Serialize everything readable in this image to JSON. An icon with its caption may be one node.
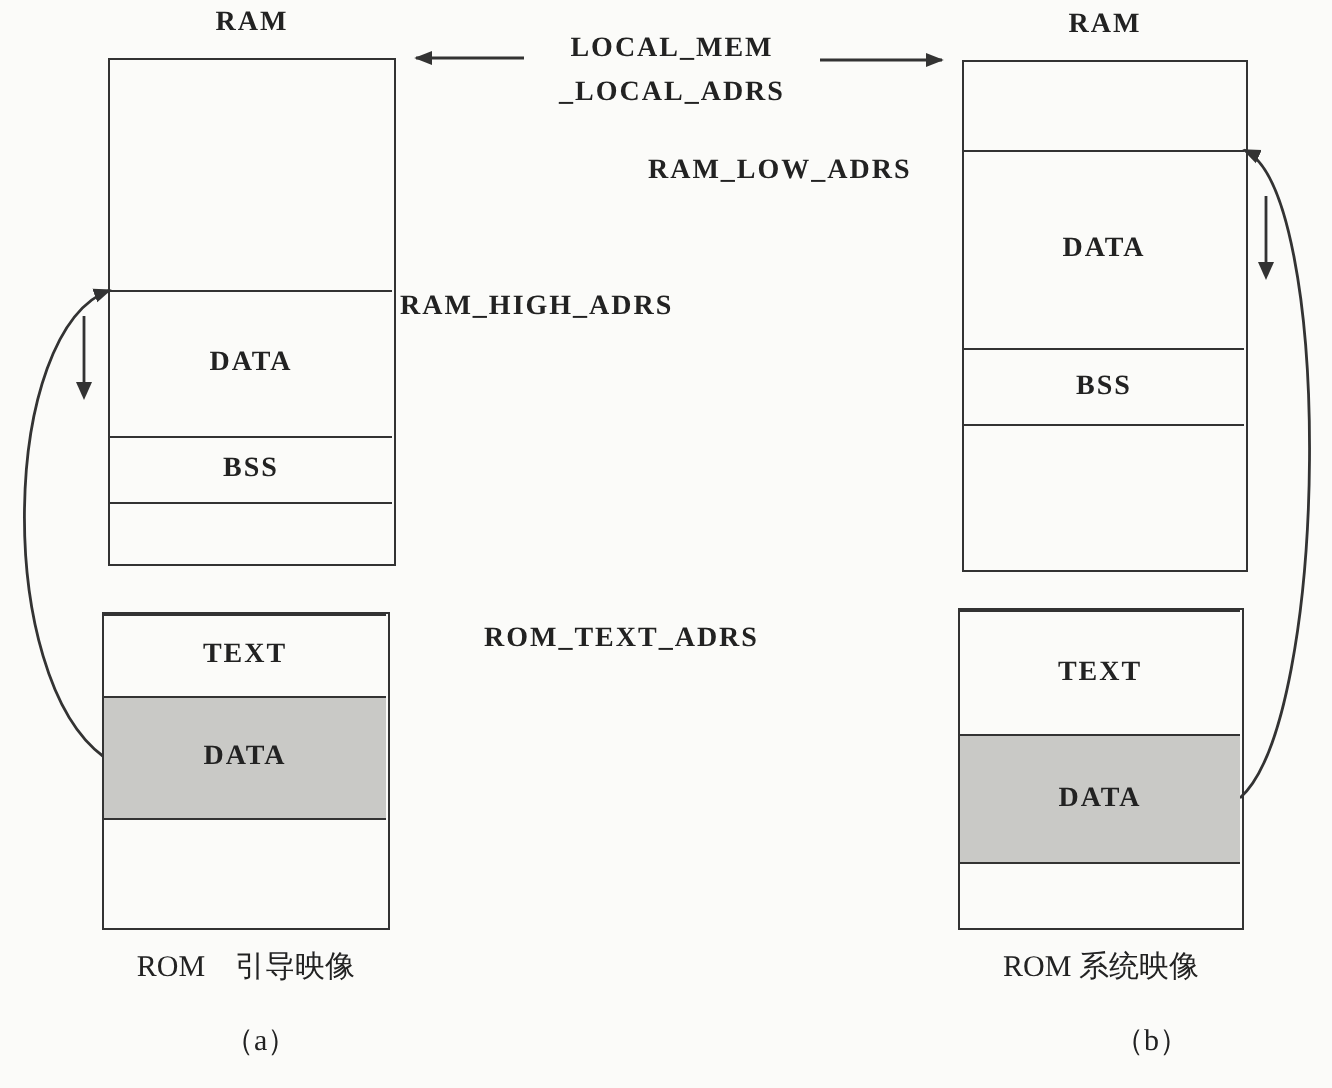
{
  "diagram": {
    "nodes": [
      {
        "text": [
          "RAM"
        ]
      },
      {
        "text": [
          "DATA"
        ],
        "in": 0
      },
      {
        "text": [
          "BSS"
        ],
        "in": 0
      },
      {
        "text": [],
        "shape": "box",
        "in": 0
      },
      {
        "text": [],
        "shape": "box",
        "beside": [
          "ROM　引导映像"
        ]
      },
      {
        "text": [
          "TEXT"
        ],
        "in": 4
      },
      {
        "text": [
          "DATA"
        ],
        "in": 4
      },
      {
        "text": [],
        "shape": "box",
        "in": 4
      },
      {
        "text": [
          "LOCAL_MEM _LOCAL_ADRS"
        ]
      },
      {
        "text": [
          "RAM"
        ]
      },
      {
        "text": [
          "DATA"
        ],
        "in": 9
      },
      {
        "text": [
          "BSS"
        ],
        "in": 9
      },
      {
        "text": [],
        "shape": "box",
        "in": 9
      },
      {
        "text": [],
        "shape": "box",
        "beside": [
          "ROM 系统映像"
        ]
      },
      {
        "text": [
          "TEXT"
        ],
        "in": 13
      },
      {
        "text": [
          "DATA"
        ],
        "in": 13
      },
      {
        "text": [],
        "shape": "box",
        "in": 13
      }
    ],
    "edges": [
      {
        "from": 8,
        "to": 0,
        "arrow": "to"
      },
      {
        "from": 8,
        "to": 9,
        "arrow": "to"
      },
      {
        "from": 6,
        "to": 1,
        "arrow": "to"
      },
      {
        "from": 15,
        "to": 10,
        "arrow": "to"
      }
    ],
    "labels": [
      "RAM_LOW_ADRS",
      "RAM_HIGH_ADRS",
      "ROM_TEXT_ADRS",
      "（a）",
      "（b）"
    ]
  }
}
